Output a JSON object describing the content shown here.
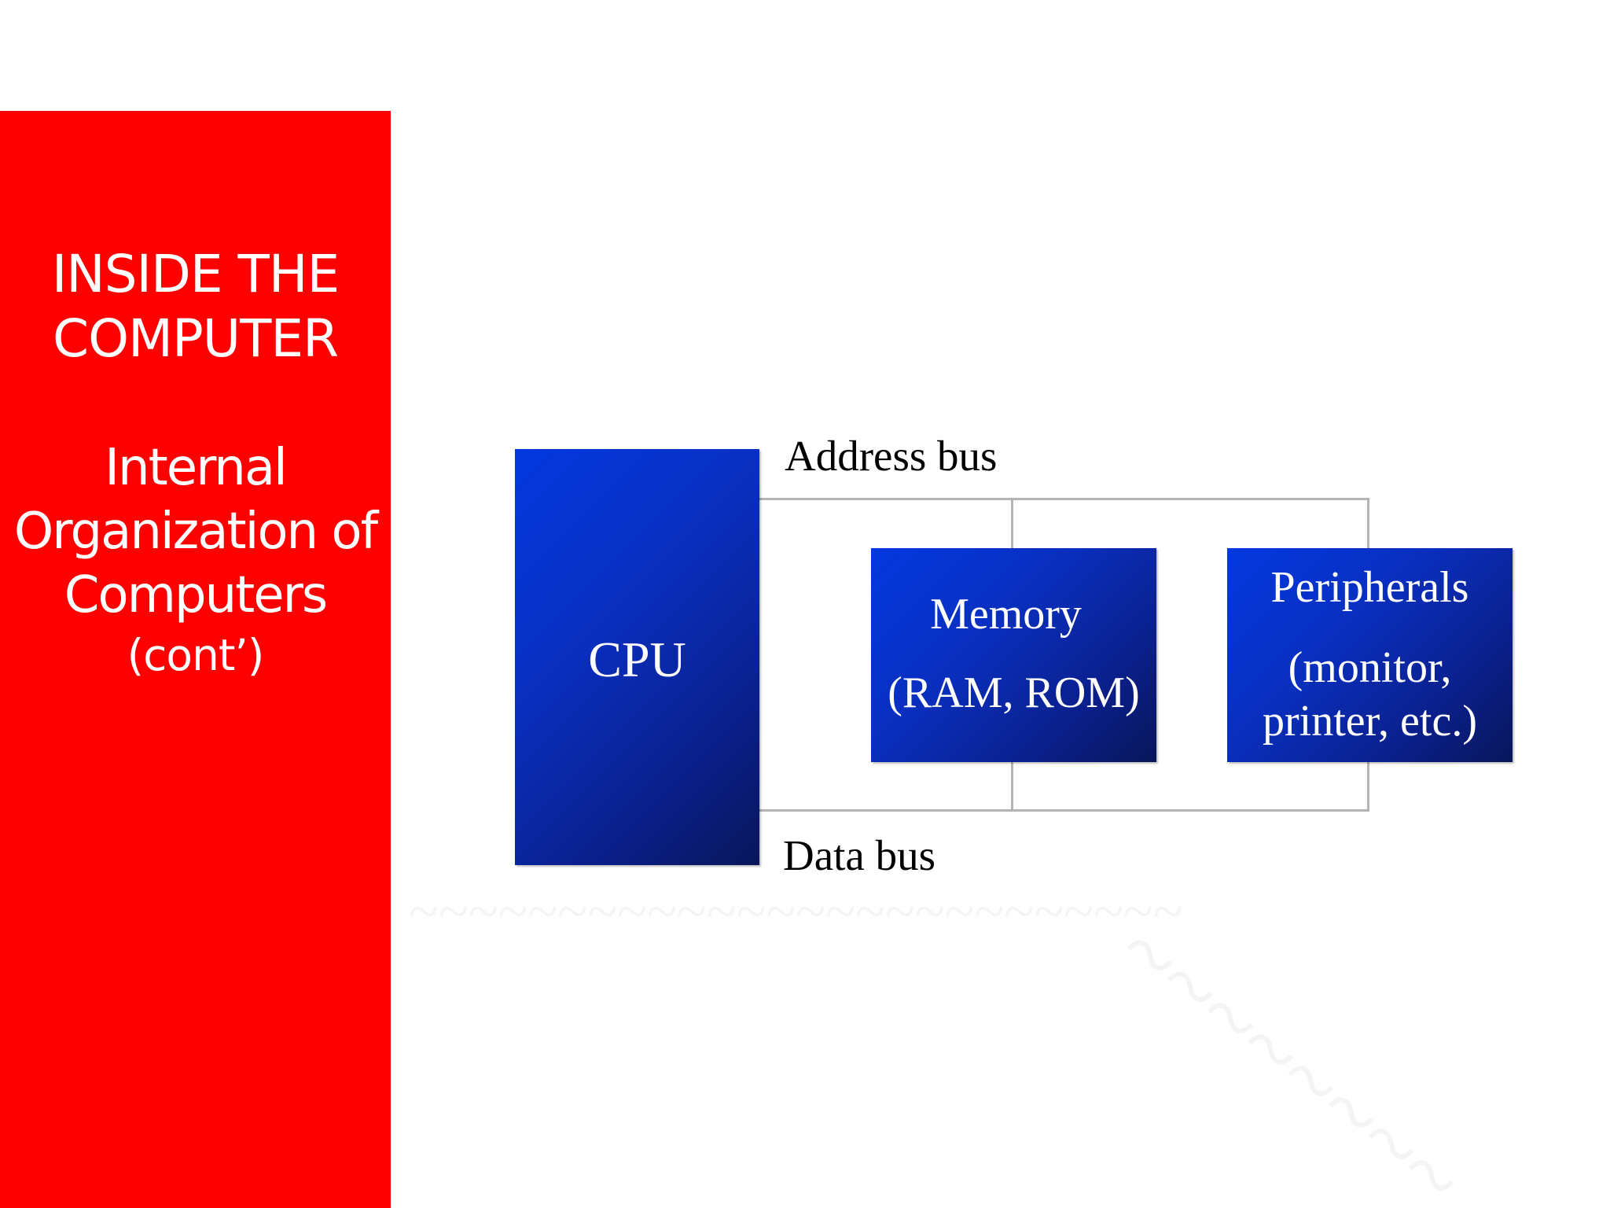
{
  "sidebar": {
    "background_color": "#ff0000",
    "title_lines": [
      "INSIDE THE",
      "COMPUTER"
    ],
    "subtitle_lines": [
      "Internal",
      "Organization of",
      "Computers"
    ],
    "cont_label": "(cont’)"
  },
  "diagram": {
    "cpu_label": "CPU",
    "memory_title": "Memory",
    "memory_detail": "(RAM, ROM)",
    "peripherals_title": "Peripherals",
    "peripherals_detail_lines": [
      "(monitor,",
      "printer, etc.)"
    ],
    "address_bus_label": "Address bus",
    "data_bus_label": "Data bus",
    "box_color": "#0a2fbf",
    "bus_line_color": "#b4b4b4"
  }
}
